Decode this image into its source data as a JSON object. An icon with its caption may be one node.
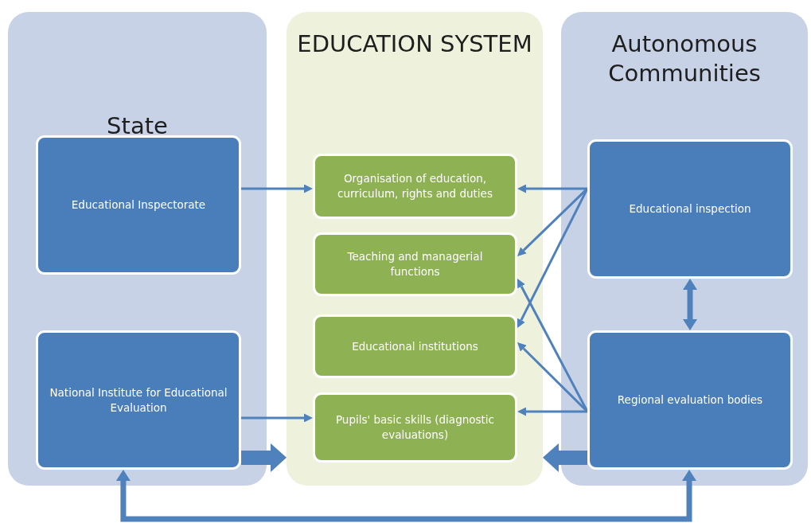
{
  "diagram": {
    "nodes": [
      {
        "text": [
          "State"
        ]
      },
      {
        "text": [
          "Educational Inspectorate"
        ],
        "in": 0
      },
      {
        "text": [
          "National Institute for Educational Evaluation"
        ],
        "in": 0
      },
      {
        "text": [
          "EDUCATION SYSTEM"
        ]
      },
      {
        "text": [
          "Organisation of education, curriculum, rights and duties"
        ],
        "in": 3
      },
      {
        "text": [
          "Teaching and managerial functions"
        ],
        "in": 3
      },
      {
        "text": [
          "Educational institutions"
        ],
        "in": 3
      },
      {
        "text": [
          "Pupils' basic skills (diagnostic evaluations)"
        ],
        "in": 3
      },
      {
        "text": [
          "Autonomous Communities"
        ]
      },
      {
        "text": [
          "Educational inspection"
        ],
        "in": 8
      },
      {
        "text": [
          "Regional evaluation bodies"
        ],
        "in": 8
      }
    ],
    "edges": [
      {
        "from": 1,
        "to": 4,
        "arrow": "to"
      },
      {
        "from": 2,
        "to": 7,
        "arrow": "to"
      },
      {
        "from": 9,
        "to": 4,
        "arrow": "to"
      },
      {
        "from": 9,
        "to": 5,
        "arrow": "to"
      },
      {
        "from": 9,
        "to": 6,
        "arrow": "to"
      },
      {
        "from": 10,
        "to": 5,
        "arrow": "to"
      },
      {
        "from": 10,
        "to": 6,
        "arrow": "to"
      },
      {
        "from": 10,
        "to": 7,
        "arrow": "to"
      },
      {
        "from": 9,
        "to": 10,
        "arrow": "both",
        "style": "thick"
      },
      {
        "from": 2,
        "to": 3,
        "arrow": "to",
        "style": "thick"
      },
      {
        "from": 10,
        "to": 3,
        "arrow": "to",
        "style": "thick"
      },
      {
        "from": 2,
        "to": 10,
        "arrow": "both",
        "style": "thick"
      }
    ]
  }
}
